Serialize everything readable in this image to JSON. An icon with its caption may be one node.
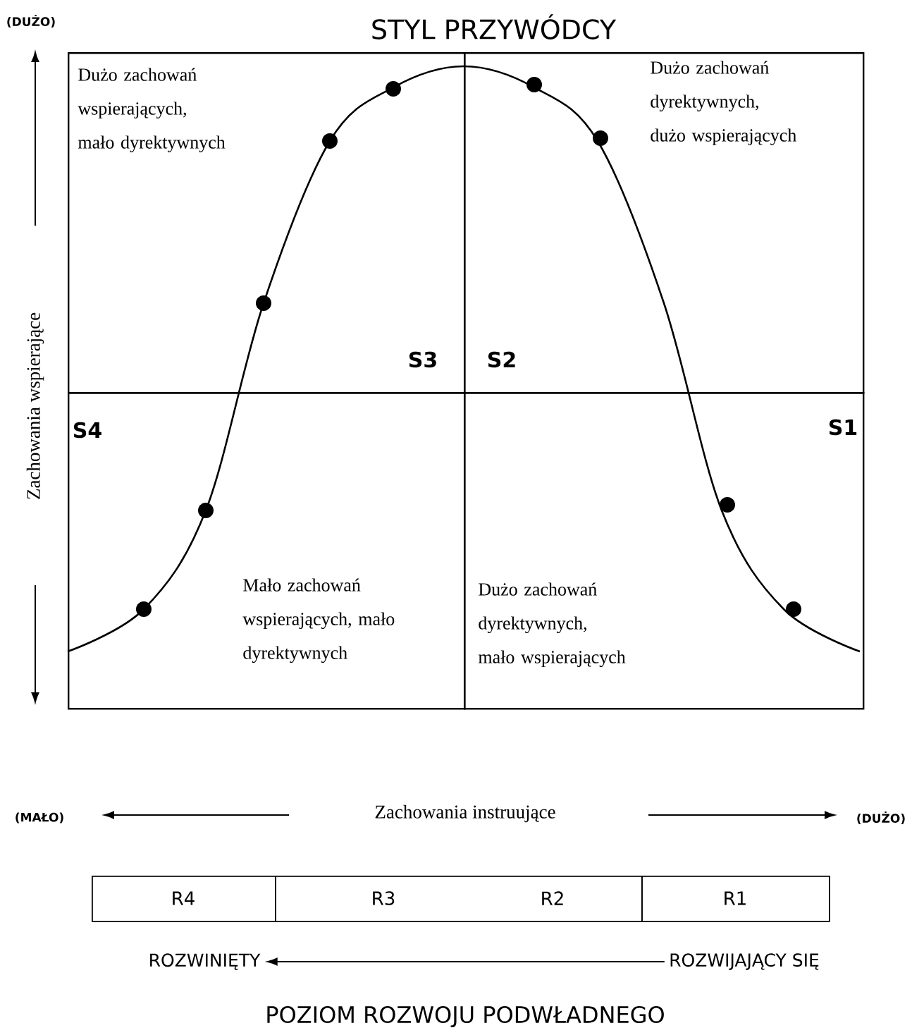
{
  "diagram": {
    "title": "STYL PRZYWÓDCY",
    "caption": "POZIOM ROZWOJU PODWŁADNEGO",
    "nodes": [
      {
        "text": [
          "Dużo zachowań wspierających, mało dyrektywnych",
          "S3"
        ]
      },
      {
        "text": [
          "Dużo zachowań dyrektywnych, dużo wspierających",
          "S2"
        ]
      },
      {
        "text": [
          "Mało zachowań wspierających, mało dyrektywnych",
          "S4"
        ]
      },
      {
        "text": [
          "Dużo zachowań dyrektywnych, mało wspierających",
          "S1"
        ]
      },
      {
        "text": [
          "R4"
        ]
      },
      {
        "text": [
          "R3",
          "R2"
        ]
      },
      {
        "text": [
          "R1"
        ]
      },
      {
        "text": [
          "ROZWINIĘTY"
        ]
      },
      {
        "text": [
          "ROZWIJAJĄCY SIĘ"
        ]
      }
    ],
    "edges": [
      {
        "from": 8,
        "to": 7,
        "arrow": "to"
      }
    ],
    "labels": [
      "(DUŻO)",
      "Zachowania wspierające",
      "(MAŁO)",
      "Zachowania instruujące",
      "(DUŻO)"
    ]
  }
}
